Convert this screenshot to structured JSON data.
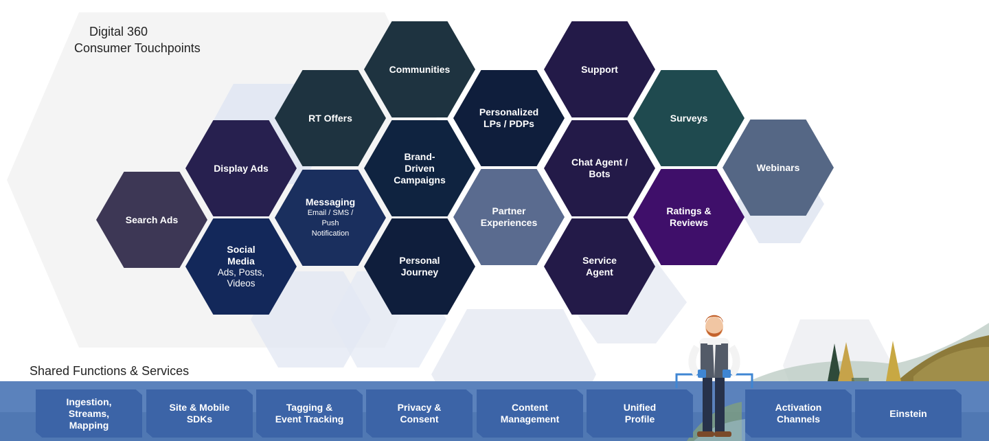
{
  "headings": {
    "touchpoints_line1": "Digital 360",
    "touchpoints_line2": "Consumer Touchpoints",
    "shared": "Shared Functions & Services"
  },
  "colors": {
    "search_ads": "#3d3755",
    "display_ads": "#27204f",
    "rt_offers": "#1e3340",
    "communities": "#1e3340",
    "messaging": "#1a2f5e",
    "brand_driven": "#0f2340",
    "social_media": "#13285a",
    "personal_journey": "#0f1e3c",
    "personalized": "#0f1e3c",
    "partner": "#5a6b8f",
    "support": "#231a48",
    "chat_agent": "#231a48",
    "service_agent": "#231a48",
    "surveys": "#1f4a4f",
    "ratings": "#3f0f6a",
    "webinars": "#556785",
    "service_bar": "#3c64a7",
    "strip": "#5b82bc"
  },
  "hexes": [
    {
      "id": "search-ads",
      "title": "Search Ads",
      "sub": ""
    },
    {
      "id": "display-ads",
      "title": "Display Ads",
      "sub": ""
    },
    {
      "id": "social-media",
      "title": "Social\nMedia",
      "sub": "Ads, Posts,\nVideos"
    },
    {
      "id": "rt-offers",
      "title": "RT Offers",
      "sub": ""
    },
    {
      "id": "messaging",
      "title": "Messaging",
      "sub": "Email / SMS /\nPush\nNotification"
    },
    {
      "id": "communities",
      "title": "Communities",
      "sub": ""
    },
    {
      "id": "brand-driven-campaigns",
      "title": "Brand-\nDriven\nCampaigns",
      "sub": ""
    },
    {
      "id": "personal-journey",
      "title": "Personal\nJourney",
      "sub": ""
    },
    {
      "id": "personalized-lps-pdps",
      "title": "Personalized\nLPs / PDPs",
      "sub": ""
    },
    {
      "id": "partner-experiences",
      "title": "Partner\nExperiences",
      "sub": ""
    },
    {
      "id": "support",
      "title": "Support",
      "sub": ""
    },
    {
      "id": "chat-agent-bots",
      "title": "Chat Agent /\nBots",
      "sub": ""
    },
    {
      "id": "service-agent",
      "title": "Service\nAgent",
      "sub": ""
    },
    {
      "id": "surveys",
      "title": "Surveys",
      "sub": ""
    },
    {
      "id": "ratings-reviews",
      "title": "Ratings &\nReviews",
      "sub": ""
    },
    {
      "id": "webinars",
      "title": "Webinars",
      "sub": ""
    }
  ],
  "services": [
    {
      "id": "ingestion",
      "label": "Ingestion,\nStreams,\nMapping"
    },
    {
      "id": "site-mobile-sdks",
      "label": "Site & Mobile\nSDKs"
    },
    {
      "id": "tagging",
      "label": "Tagging &\nEvent Tracking"
    },
    {
      "id": "privacy",
      "label": "Privacy &\nConsent"
    },
    {
      "id": "content",
      "label": "Content\nManagement"
    },
    {
      "id": "unified-profile",
      "label": "Unified\nProfile"
    },
    {
      "id": "activation",
      "label": "Activation\nChannels"
    },
    {
      "id": "einstein",
      "label": "Einstein"
    }
  ]
}
